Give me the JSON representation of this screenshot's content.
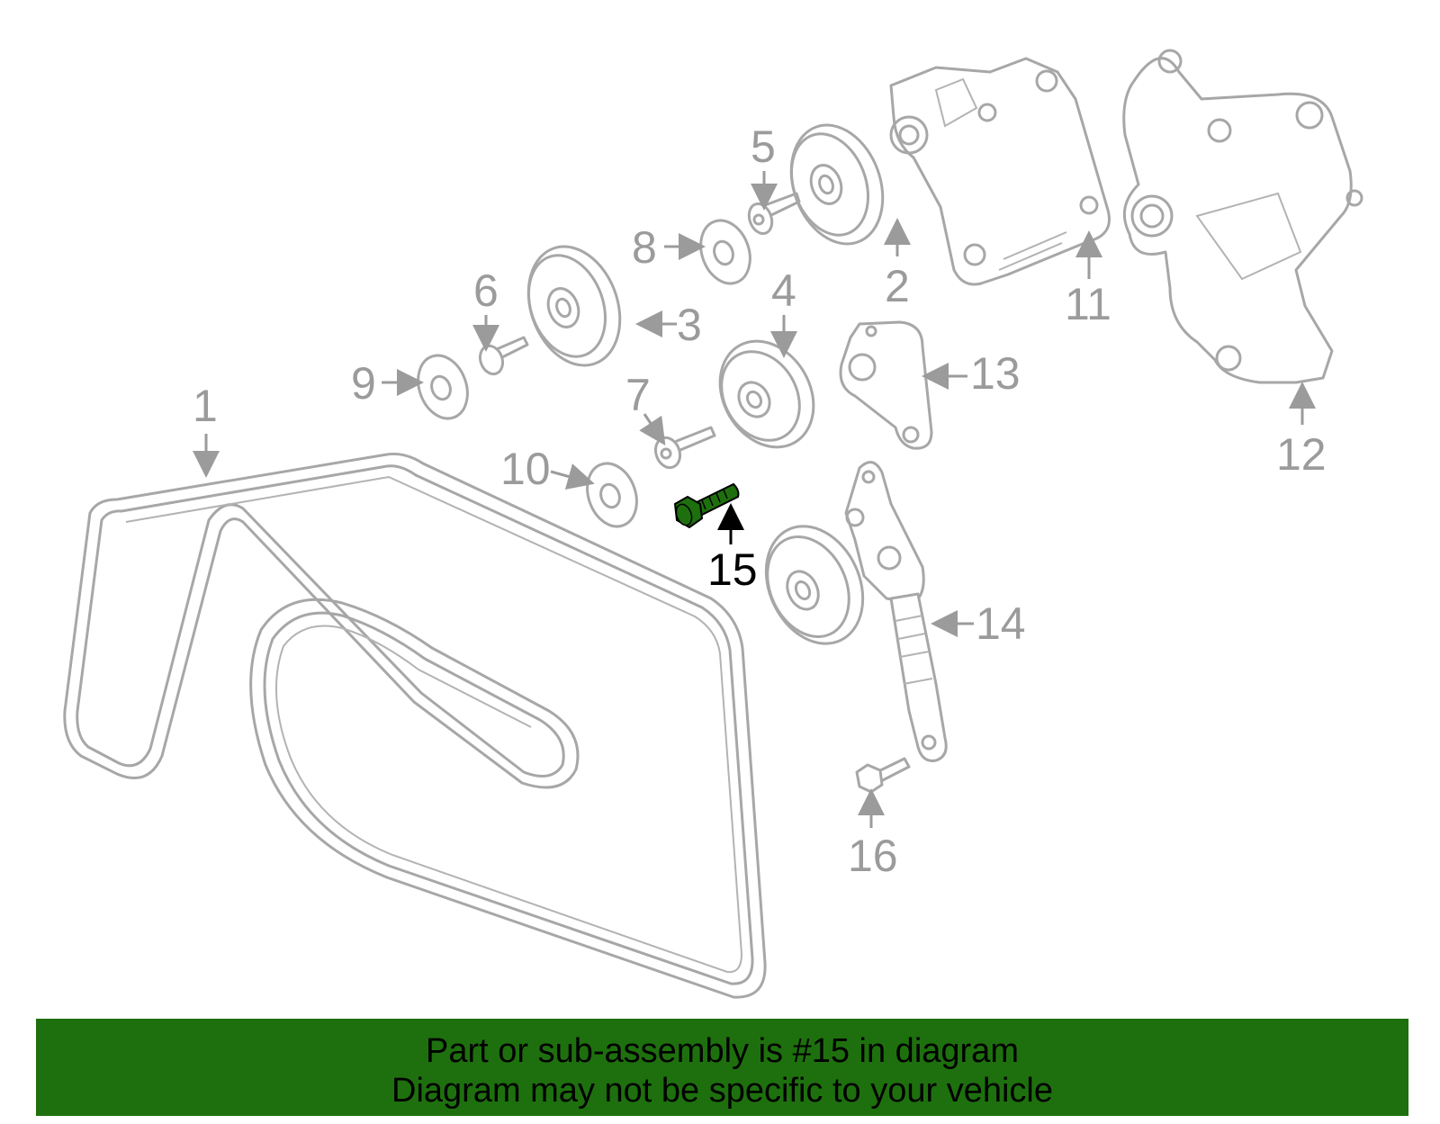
{
  "highlight_part": "15",
  "highlight_color": "#1e700e",
  "callouts": [
    "1",
    "2",
    "3",
    "4",
    "5",
    "6",
    "7",
    "8",
    "9",
    "10",
    "11",
    "12",
    "13",
    "14",
    "15",
    "16"
  ],
  "footer": {
    "line1": "Part or sub-assembly is #15 in diagram",
    "line2": "Diagram may not be specific to your vehicle",
    "background": "#1e700e"
  }
}
